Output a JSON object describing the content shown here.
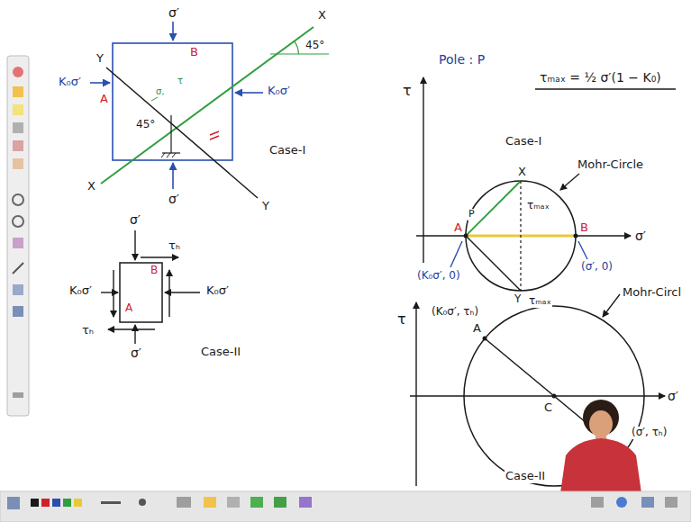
{
  "diagram": {
    "labels": [
      "σ′",
      "B",
      "Y",
      "A",
      "K₀σ′",
      "K₀σ′",
      "X",
      "X",
      "45°",
      "45°",
      "Y",
      "σ′",
      "Case-I",
      "σ",
      "τ",
      "σ′",
      "τₕ",
      "B",
      "K₀σ′",
      "K₀σ′",
      "A",
      "τₕ",
      "σ′",
      "Case-II",
      "Pole : P",
      "τₘₐₓ = ½ σ′(1 − K₀)",
      "τ",
      "Case-I",
      "X",
      "Mohr-Circle",
      "A",
      "P",
      "B",
      "τₘₐₓ",
      "σ′",
      "(K₀σ′, 0)",
      "(σ′, 0)",
      "Y",
      "τₘₐₓ",
      "τ",
      "(K₀σ′, τₕ)",
      "A",
      "Mohr-Circl",
      "σ′",
      "C",
      "(σ′, τₕ)",
      "Case-II"
    ]
  }
}
